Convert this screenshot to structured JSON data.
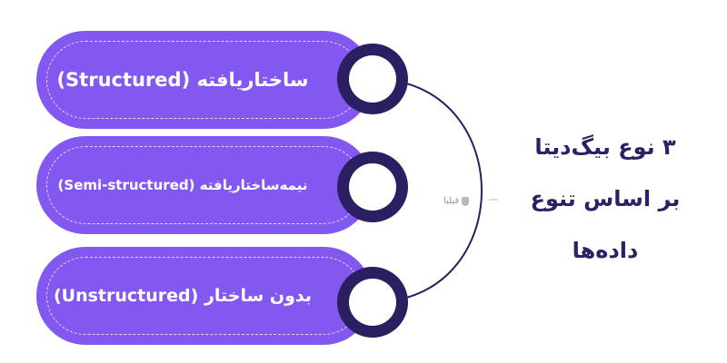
{
  "colors": {
    "pill": "#8358f0",
    "ring": "#2a1f61",
    "title": "#2b2266",
    "connector": "#2a1f61"
  },
  "items": [
    {
      "label": "ساختاریافته (Structured)"
    },
    {
      "label": "نیمه‌ساختاریافته (Semi-structured)"
    },
    {
      "label": "بدون ساختار (Unstructured)"
    }
  ],
  "title": {
    "line1": "۳ نوع بیگ‌دیتا",
    "line2": "بر اساس تنوع",
    "line3": "داده‌ها"
  },
  "watermark": {
    "text": "فیلیا",
    "icon": "filia-logo-icon"
  }
}
